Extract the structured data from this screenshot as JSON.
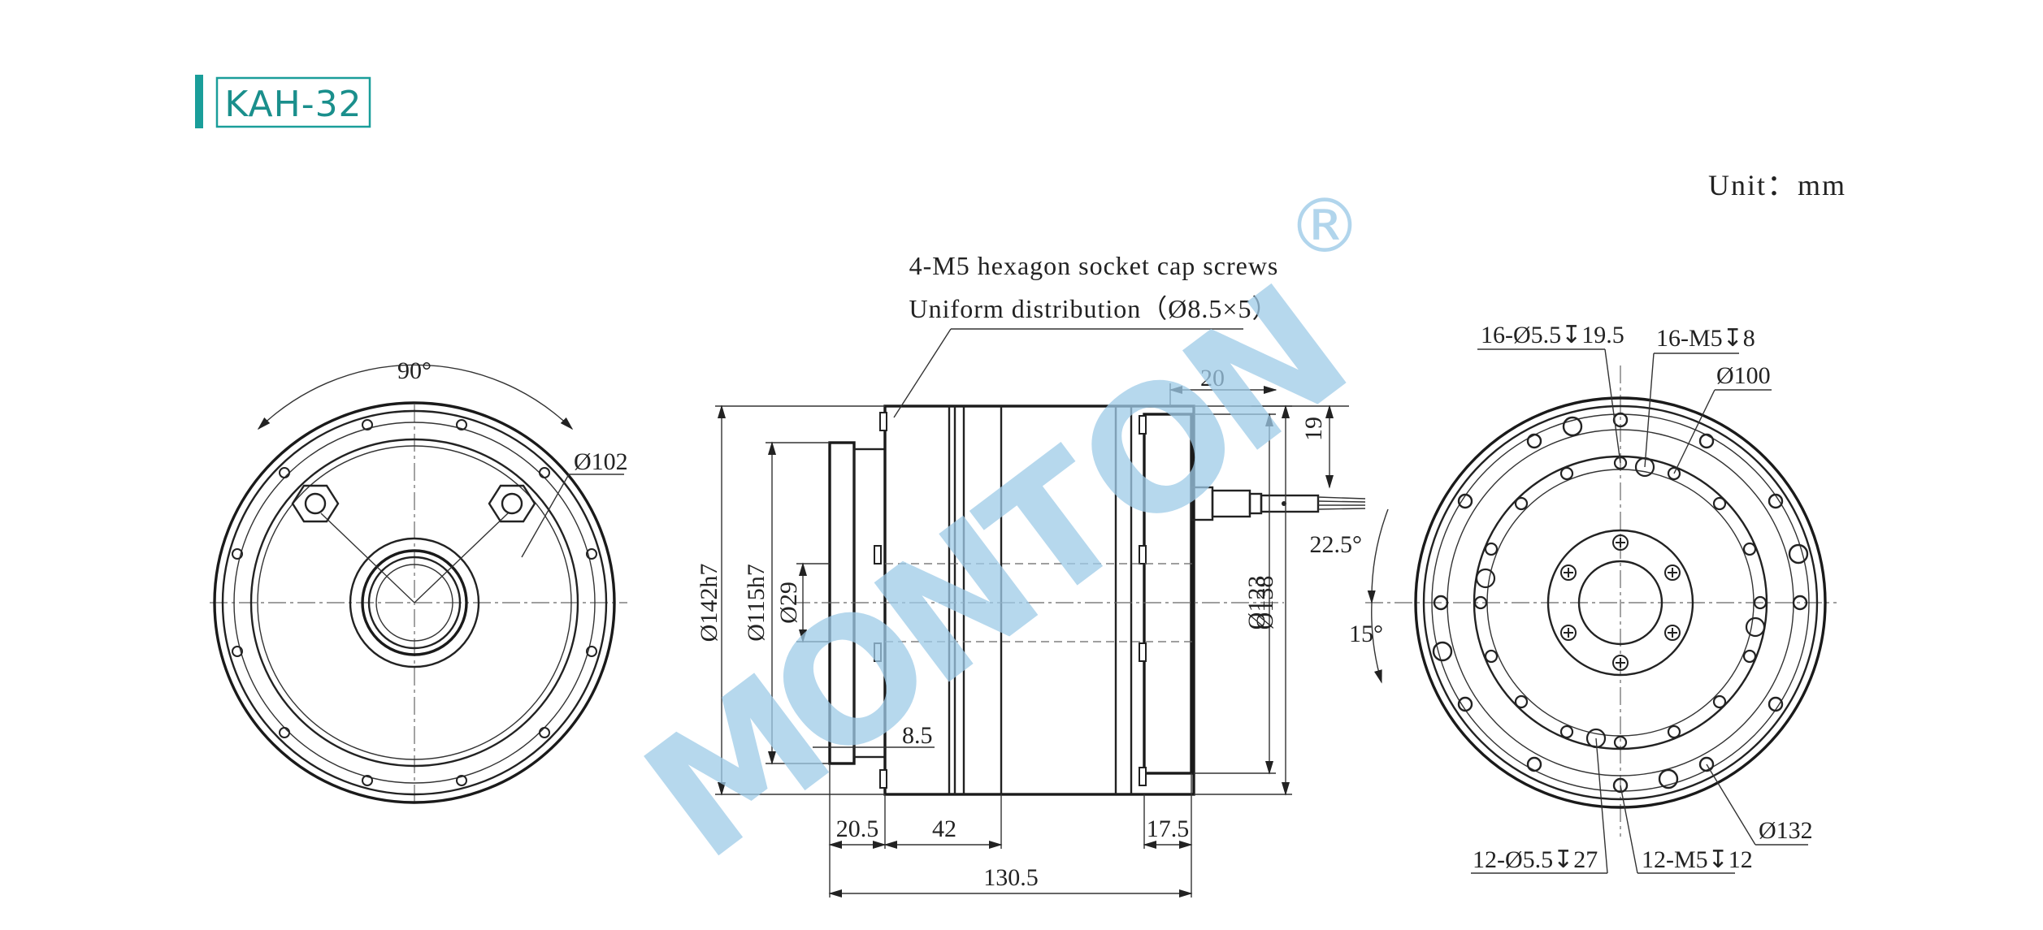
{
  "title": "KAH-32",
  "unit_label": "Unit：mm",
  "watermark": {
    "letters": [
      "M",
      "O",
      "N",
      "T",
      "O",
      "N"
    ],
    "registered_mark": "®",
    "color": "#9ecbe8"
  },
  "accent_color": "#1a9e9a",
  "callouts": {
    "screws_line1": "4-M5  hexagon socket cap screws",
    "screws_line2": "Uniform distribution（Ø8.5×5）"
  },
  "left_view": {
    "angle": "90°",
    "diameter": "Ø102"
  },
  "side_view": {
    "dims": {
      "d142": "Ø142h7",
      "d115": "Ø115h7",
      "d29": "Ø29",
      "d123": "Ø123",
      "d138": "Ø138",
      "w20": "20",
      "h19": "19",
      "t85": "8.5",
      "l205": "20.5",
      "l42": "42",
      "l175": "17.5",
      "l1305": "130.5"
    }
  },
  "right_view": {
    "holes_top_a": "16-Ø5.5↧19.5",
    "holes_top_b": "16-M5↧8",
    "d100": "Ø100",
    "ang225": "22.5°",
    "ang15": "15°",
    "d132": "Ø132",
    "holes_bot_a": "12-Ø5.5↧27",
    "holes_bot_b": "12-M5↧12"
  }
}
